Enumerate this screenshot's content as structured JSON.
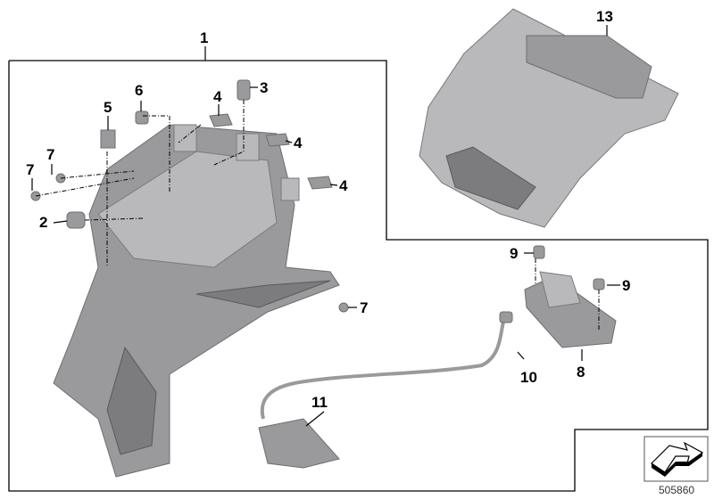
{
  "diagram": {
    "callouts": {
      "c1": "1",
      "c2": "2",
      "c3": "3",
      "c4a": "4",
      "c4b": "4",
      "c4c": "4",
      "c5": "5",
      "c6": "6",
      "c7a": "7",
      "c7b": "7",
      "c7c": "7",
      "c8": "8",
      "c9a": "9",
      "c9b": "9",
      "c10": "10",
      "c11": "11",
      "c13": "13"
    },
    "document_number": "505860",
    "nav_icon": "arrow-next-icon"
  }
}
